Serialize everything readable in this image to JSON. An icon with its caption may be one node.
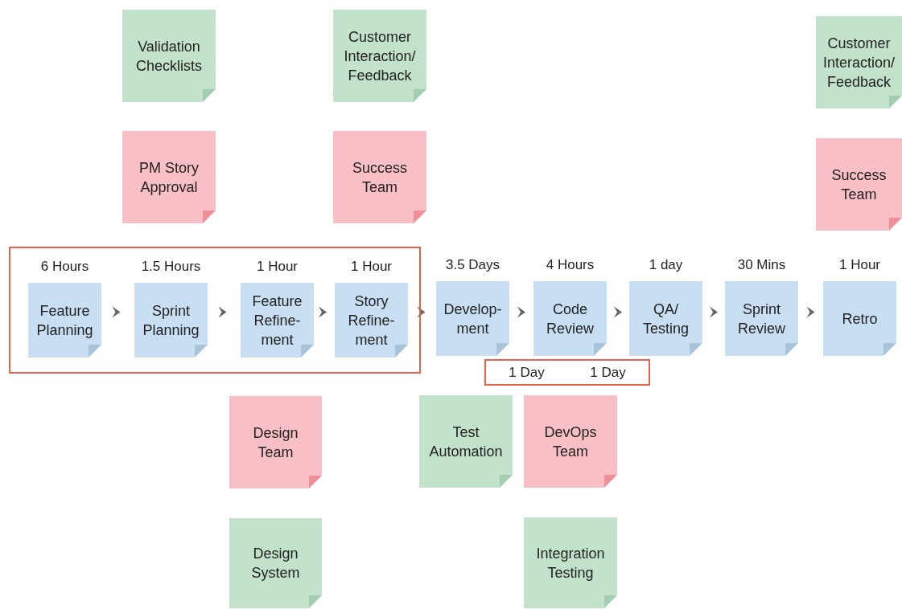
{
  "diagram": {
    "nodes": [
      {
        "text": [
          "Validation Checklists"
        ]
      },
      {
        "text": [
          "Customer Interaction/ Feedback"
        ]
      },
      {
        "text": [
          "Customer Interaction/ Feedback"
        ]
      },
      {
        "text": [
          "PM Story Approval"
        ]
      },
      {
        "text": [
          "Success Team"
        ]
      },
      {
        "text": [
          "Success Team"
        ]
      },
      {
        "text": [],
        "shape": "box"
      },
      {
        "text": [
          "Feature Planning"
        ],
        "in": 6,
        "beside": [
          "6 Hours"
        ]
      },
      {
        "text": [
          "Sprint Planning"
        ],
        "in": 6,
        "beside": [
          "1.5 Hours"
        ]
      },
      {
        "text": [
          "Feature Refine- ment"
        ],
        "in": 6,
        "beside": [
          "1 Hour"
        ]
      },
      {
        "text": [
          "Story Refine- ment"
        ],
        "in": 6,
        "beside": [
          "1 Hour"
        ]
      },
      {
        "text": [
          "Develop- ment"
        ],
        "beside": [
          "3.5 Days"
        ]
      },
      {
        "text": [
          "Code Review"
        ],
        "beside": [
          "4 Hours"
        ]
      },
      {
        "text": [
          "QA/ Testing"
        ],
        "beside": [
          "1 day"
        ]
      },
      {
        "text": [
          "Sprint Review"
        ],
        "beside": [
          "30 Mins"
        ]
      },
      {
        "text": [
          "Retro"
        ],
        "beside": [
          "1 Hour"
        ]
      },
      {
        "text": [
          "1 Day",
          "1 Day"
        ]
      },
      {
        "text": [
          "Design Team"
        ]
      },
      {
        "text": [
          "Test Automation"
        ]
      },
      {
        "text": [
          "DevOps Team"
        ]
      },
      {
        "text": [
          "Design System"
        ]
      },
      {
        "text": [
          "Integration Testing"
        ]
      }
    ],
    "edges": [
      {
        "from": 7,
        "to": 8,
        "arrow": "to"
      },
      {
        "from": 8,
        "to": 9,
        "arrow": "to"
      },
      {
        "from": 9,
        "to": 10,
        "arrow": "to"
      },
      {
        "from": 10,
        "to": 11,
        "arrow": "to"
      },
      {
        "from": 11,
        "to": 12,
        "arrow": "to"
      },
      {
        "from": 12,
        "to": 13,
        "arrow": "to"
      },
      {
        "from": 13,
        "to": 14,
        "arrow": "to"
      },
      {
        "from": 14,
        "to": 15,
        "arrow": "to"
      }
    ]
  }
}
